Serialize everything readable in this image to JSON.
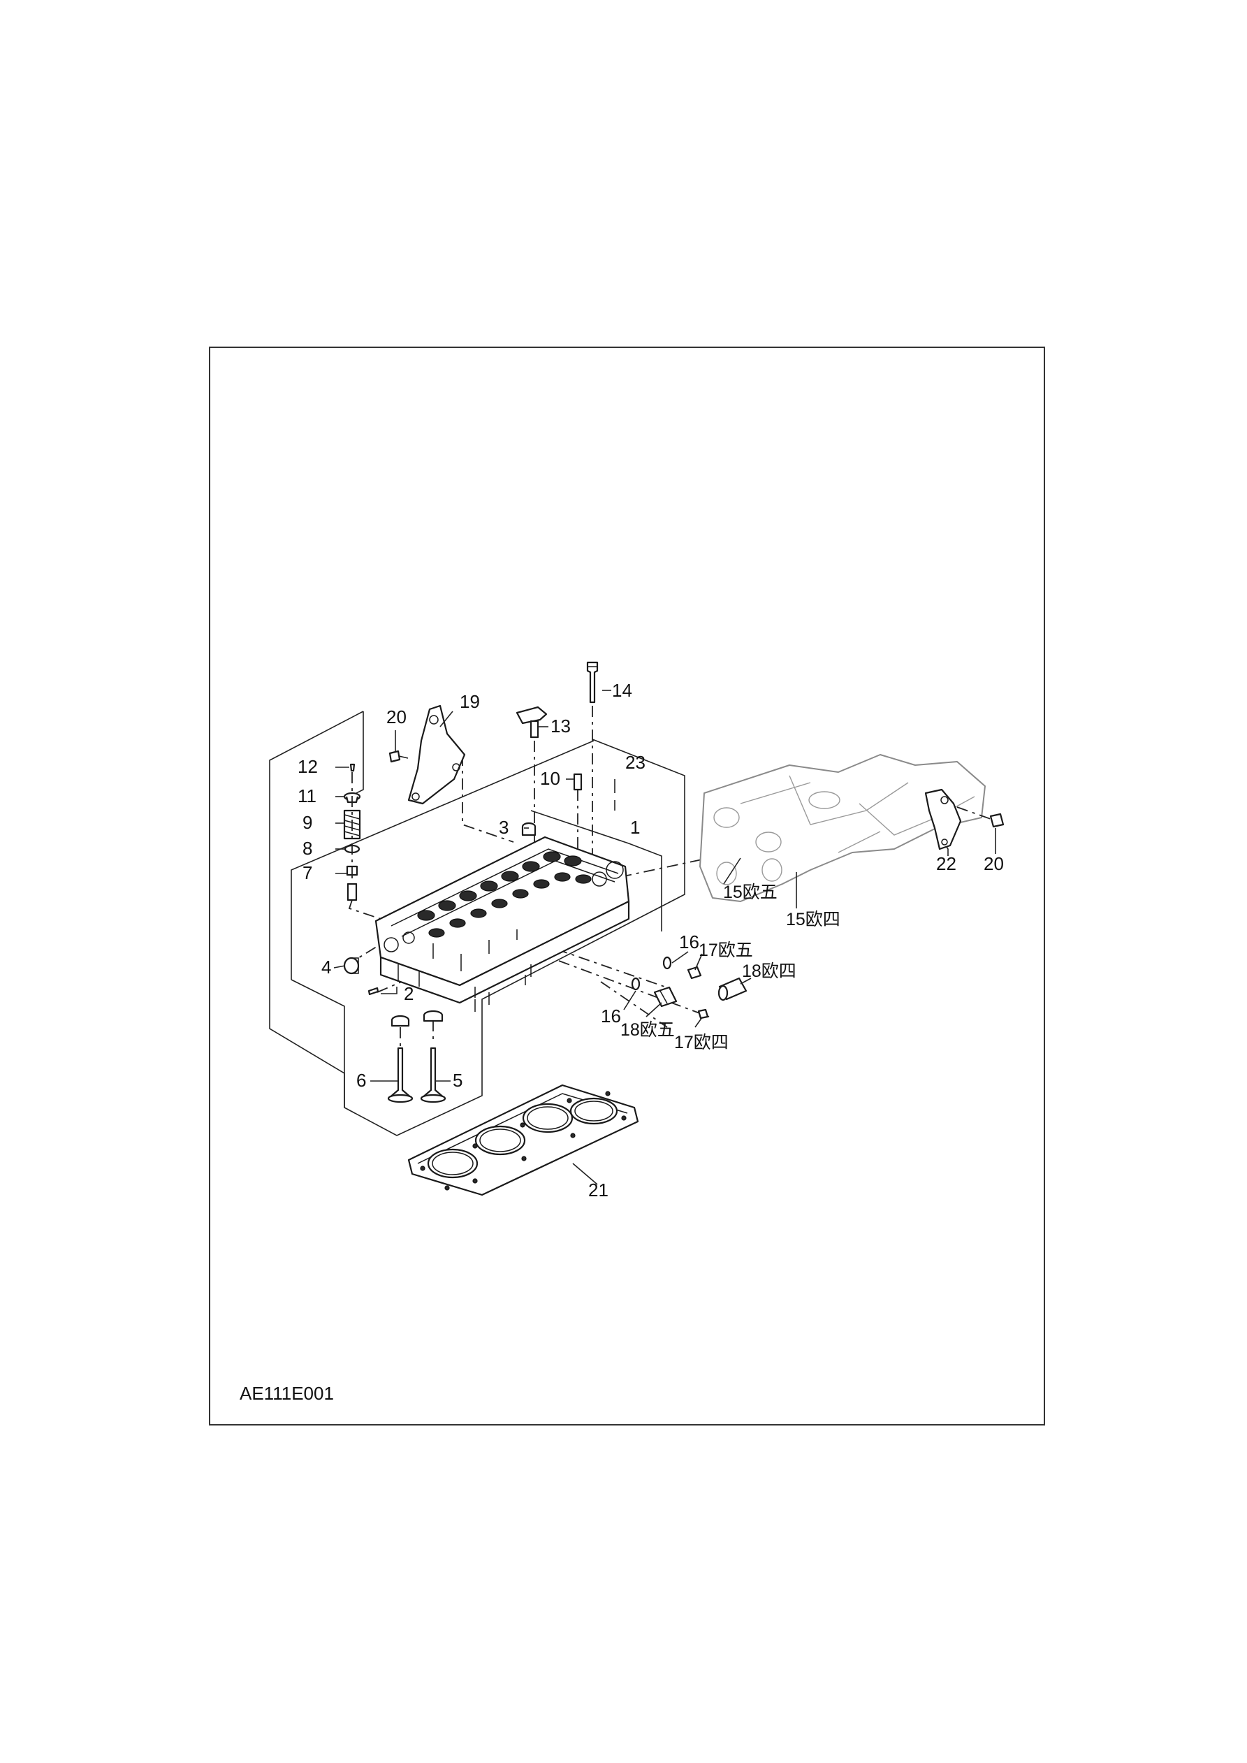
{
  "drawing_code": "AE111E001",
  "callouts": {
    "c1": "1",
    "c2": "2",
    "c3": "3",
    "c4": "4",
    "c5": "5",
    "c6": "6",
    "c7": "7",
    "c8": "8",
    "c9": "9",
    "c10": "10",
    "c11": "11",
    "c12": "12",
    "c13": "13",
    "c14": "14",
    "c15_eu5": "15欧五",
    "c15_eu4": "15欧四",
    "c16_a": "16",
    "c16_b": "16",
    "c17_eu5": "17欧五",
    "c17_eu4": "17欧四",
    "c18_eu4": "18欧四",
    "c18_eu5": "18欧五",
    "c19": "19",
    "c20_a": "20",
    "c20_b": "20",
    "c21": "21",
    "c22": "22",
    "c23": "23"
  }
}
